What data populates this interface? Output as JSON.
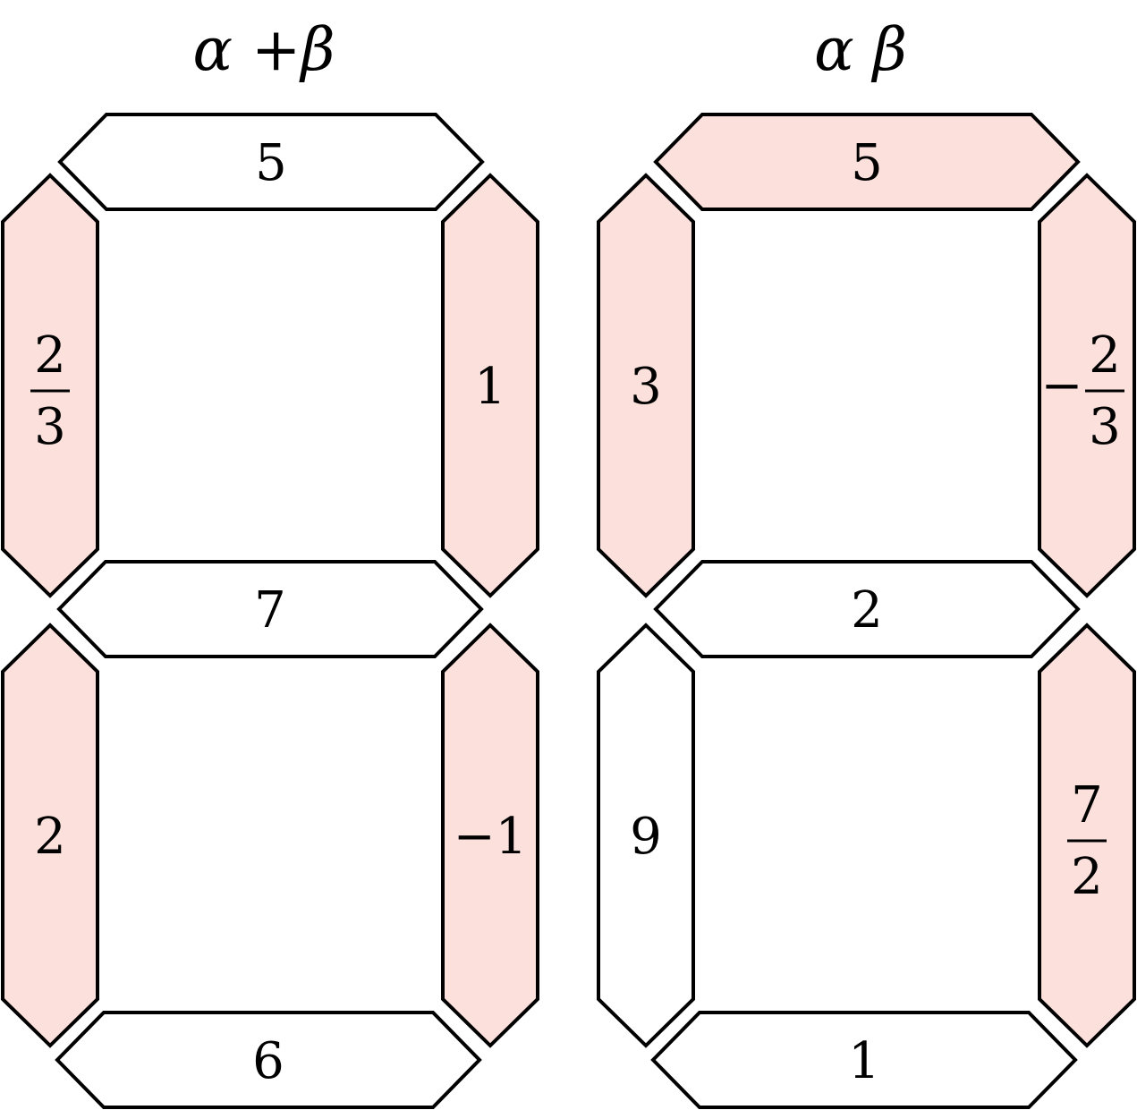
{
  "colors": {
    "highlight": "#fbe0dc",
    "plain": "#ffffff",
    "stroke": "#000000"
  },
  "displays": [
    {
      "title": "α +β",
      "segments": {
        "top": {
          "num": "5",
          "highlighted": false
        },
        "upper_left": {
          "sign": "",
          "num": "2",
          "den": "3",
          "highlighted": true
        },
        "upper_right": {
          "num": "1",
          "highlighted": true
        },
        "middle": {
          "num": "7",
          "highlighted": false
        },
        "lower_left": {
          "num": "2",
          "highlighted": true
        },
        "lower_right": {
          "num": "−1",
          "highlighted": true
        },
        "bottom": {
          "num": "6",
          "highlighted": false
        }
      }
    },
    {
      "title": "α β",
      "segments": {
        "top": {
          "num": "5",
          "highlighted": true
        },
        "upper_left": {
          "num": "3",
          "highlighted": true
        },
        "upper_right": {
          "sign": "−",
          "num": "2",
          "den": "3",
          "highlighted": true
        },
        "middle": {
          "num": "2",
          "highlighted": false
        },
        "lower_left": {
          "num": "9",
          "highlighted": false
        },
        "lower_right": {
          "sign": "",
          "num": "7",
          "den": "2",
          "highlighted": true
        },
        "bottom": {
          "num": "1",
          "highlighted": false
        }
      }
    }
  ]
}
